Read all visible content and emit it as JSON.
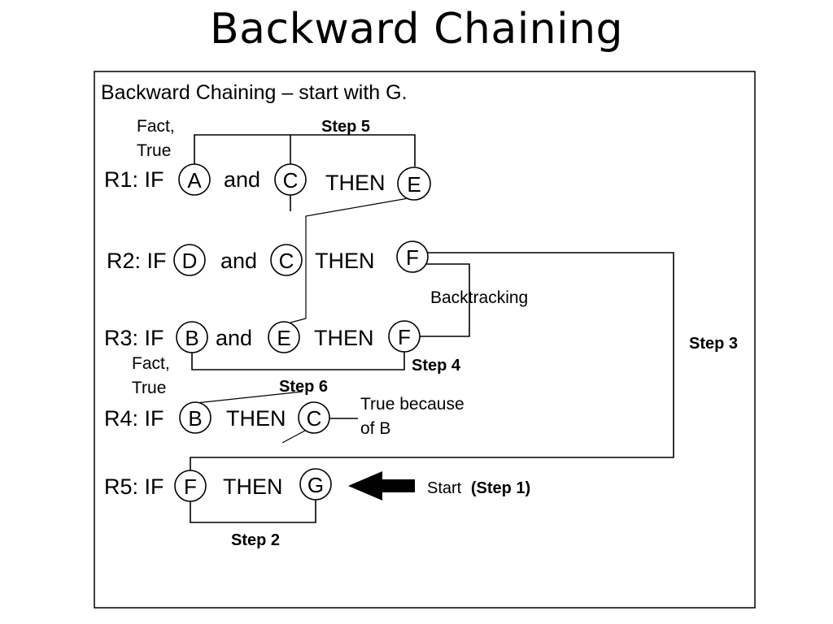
{
  "title": "Backward Chaining",
  "heading": "Backward Chaining – start with G.",
  "rules": {
    "r1": {
      "prefix": "R1: IF",
      "and": "and",
      "then": "THEN",
      "a": "A",
      "b": "C",
      "c": "E"
    },
    "r2": {
      "prefix": "R2: IF",
      "and": "and",
      "then": "THEN",
      "a": "D",
      "b": "C",
      "c": "F"
    },
    "r3": {
      "prefix": "R3: IF",
      "and": "and",
      "then": "THEN",
      "a": "B",
      "b": "E",
      "c": "F"
    },
    "r4": {
      "prefix": "R4: IF",
      "then": "THEN",
      "a": "B",
      "c": "C"
    },
    "r5": {
      "prefix": "R5: IF",
      "then": "THEN",
      "a": "F",
      "c": "G"
    }
  },
  "notes": {
    "fact_r1_line1": "Fact,",
    "fact_r1_line2": "True",
    "fact_r3_line1": "Fact,",
    "fact_r3_line2": "True",
    "backtracking": "Backtracking",
    "true_because_line1": "True because",
    "true_because_line2": "of B",
    "start_plain": "Start",
    "start_bold": "(Step 1)"
  },
  "steps": {
    "step2": "Step 2",
    "step3": "Step 3",
    "step4": "Step 4",
    "step5": "Step 5",
    "step6": "Step 6"
  },
  "colors": {
    "ink": "#000000",
    "background": "#ffffff"
  }
}
